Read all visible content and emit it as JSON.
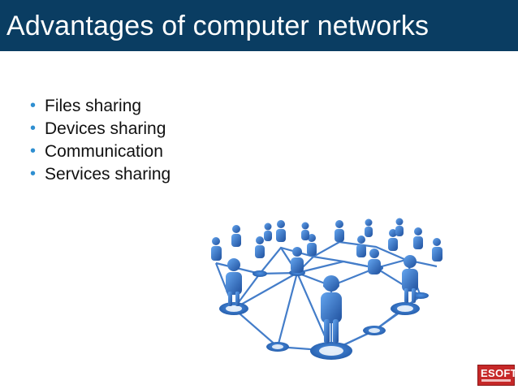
{
  "slide": {
    "title": "Advantages of computer networks",
    "bullets": [
      "Files sharing",
      "Devices sharing",
      "Communication",
      "Services sharing"
    ]
  },
  "logo": {
    "text": "ESOFT"
  },
  "colors": {
    "title_bar": "#0a3d62",
    "bullet": "#2f8fd1",
    "network_blue": "#2f6fb8",
    "logo_red": "#c62828"
  },
  "icons": {
    "network": "people-network-icon",
    "logo": "esoft-logo"
  }
}
